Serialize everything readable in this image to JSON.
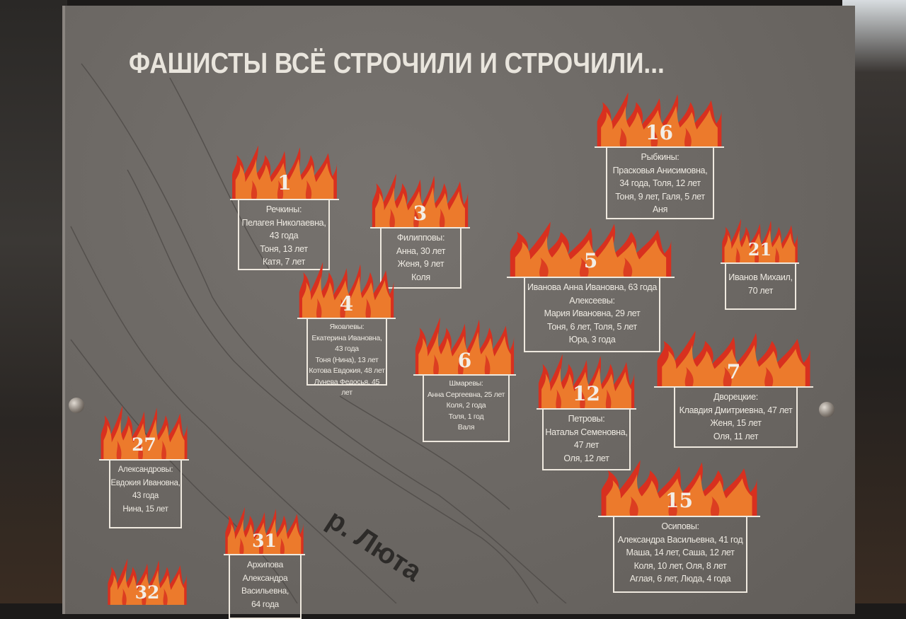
{
  "title": "ФАШИСТЫ ВСЁ СТРОЧИЛИ И СТРОЧИЛИ...",
  "river_label": "р. Люта",
  "colors": {
    "board": "#6d6965",
    "flame_orange": "#ec7a2c",
    "flame_red": "#d8301f",
    "text": "#eeeae2"
  },
  "houses": [
    {
      "number": "1",
      "lines": [
        "Речкины:",
        "Пелагея Николаевна,",
        "43 года",
        "Тоня, 13 лет",
        "Катя, 7 лет"
      ]
    },
    {
      "number": "3",
      "lines": [
        "Филипповы:",
        "Анна, 30 лет",
        "Женя, 9 лет",
        "Коля"
      ]
    },
    {
      "number": "4",
      "lines": [
        "Яковлевы:",
        "Екатерина Ивановна,",
        "43 года",
        "Тоня (Нина), 13 лет",
        "Котова Евдокия, 48 лет",
        "Лунева Федосья, 45 лет"
      ]
    },
    {
      "number": "5",
      "lines": [
        "Иванова Анна Ивановна, 63 года",
        "Алексеевы:",
        "Мария Ивановна, 29 лет",
        "Тоня, 6 лет, Толя, 5 лет",
        "Юра, 3 года"
      ]
    },
    {
      "number": "6",
      "lines": [
        "Шмаревы:",
        "Анна Сергеевна, 25 лет",
        "Коля, 2 года",
        "Толя, 1 год",
        "Валя"
      ]
    },
    {
      "number": "12",
      "lines": [
        "Петровы:",
        "Наталья Семеновна,",
        "47 лет",
        "Оля, 12 лет"
      ]
    },
    {
      "number": "7",
      "lines": [
        "Дворецкие:",
        "Клавдия Дмитриевна, 47 лет",
        "Женя, 15 лет",
        "Оля, 11 лет"
      ]
    },
    {
      "number": "16",
      "lines": [
        "Рыбкины:",
        "Прасковья Анисимовна,",
        "34 года, Толя, 12 лет",
        "Тоня, 9 лет, Галя, 5 лет",
        "Аня"
      ]
    },
    {
      "number": "21",
      "lines": [
        "Иванов Михаил,",
        "70 лет"
      ]
    },
    {
      "number": "27",
      "lines": [
        "Александровы:",
        "Евдокия Ивановна,",
        "43 года",
        "Нина, 15 лет"
      ]
    },
    {
      "number": "31",
      "lines": [
        "Архипова",
        "Александра",
        "Васильевна,",
        "64 года"
      ]
    },
    {
      "number": "32",
      "lines": []
    },
    {
      "number": "15",
      "lines": [
        "Осиповы:",
        "Александра Васильевна, 41 год",
        "Маша, 14 лет, Саша, 12 лет",
        "Коля, 10 лет, Оля, 8 лет",
        "Аглая, 6 лет, Люда, 4 года"
      ]
    }
  ]
}
